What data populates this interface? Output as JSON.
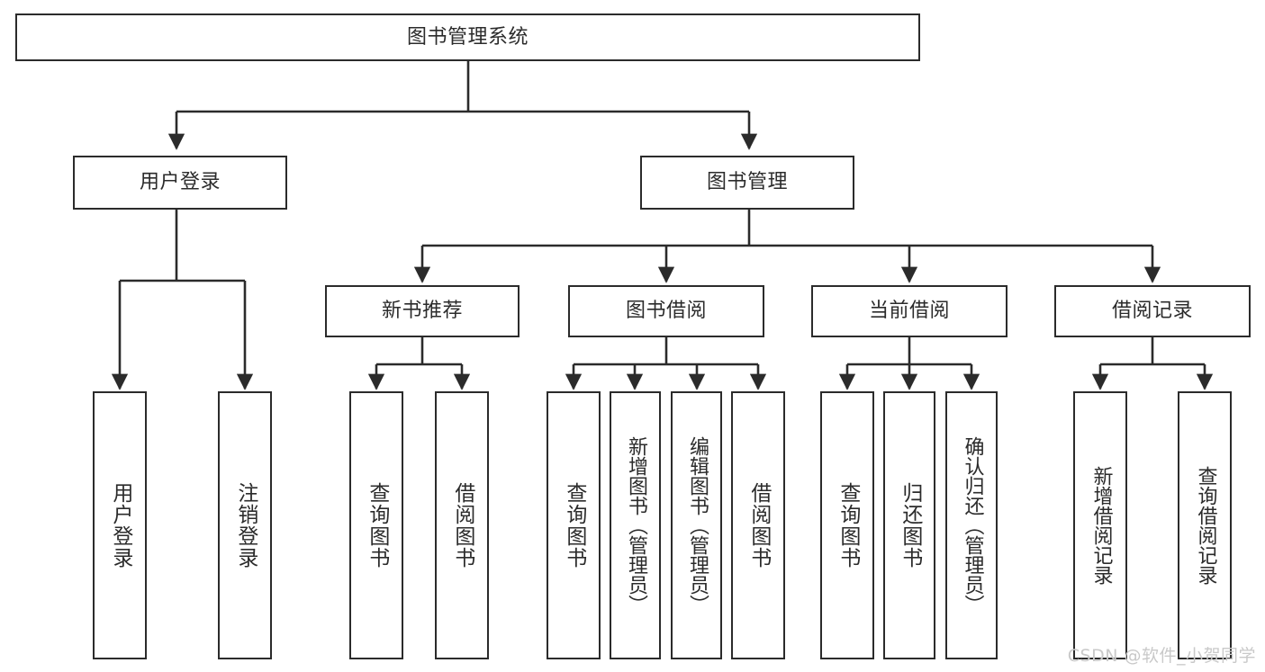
{
  "diagram": {
    "type": "tree-hierarchy-flowchart",
    "title": "图书管理系统",
    "root": {
      "label": "图书管理系统"
    },
    "level1": [
      {
        "label": "用户登录"
      },
      {
        "label": "图书管理"
      }
    ],
    "level2": [
      {
        "label": "新书推荐"
      },
      {
        "label": "图书借阅"
      },
      {
        "label": "当前借阅"
      },
      {
        "label": "借阅记录"
      }
    ],
    "leaves": {
      "user_login": [
        {
          "label": "用户登录"
        },
        {
          "label": "注销登录"
        }
      ],
      "new_book_recommend": [
        {
          "label": "查询图书"
        },
        {
          "label": "借阅图书"
        }
      ],
      "book_borrow": [
        {
          "label": "查询图书"
        },
        {
          "label": "新增图书（管理员）"
        },
        {
          "label": "编辑图书（管理员）"
        },
        {
          "label": "借阅图书"
        }
      ],
      "current_borrow": [
        {
          "label": "查询图书"
        },
        {
          "label": "归还图书"
        },
        {
          "label": "确认归还（管理员）"
        }
      ],
      "borrow_record": [
        {
          "label": "新增借阅记录"
        },
        {
          "label": "查询借阅记录"
        }
      ]
    }
  },
  "watermark": {
    "text": "CSDN @软件_小贺同学"
  },
  "colors": {
    "stroke": "#2b2b2b",
    "background": "#ffffff",
    "text": "#2b2b2b",
    "watermark": "#c9c9c9"
  }
}
